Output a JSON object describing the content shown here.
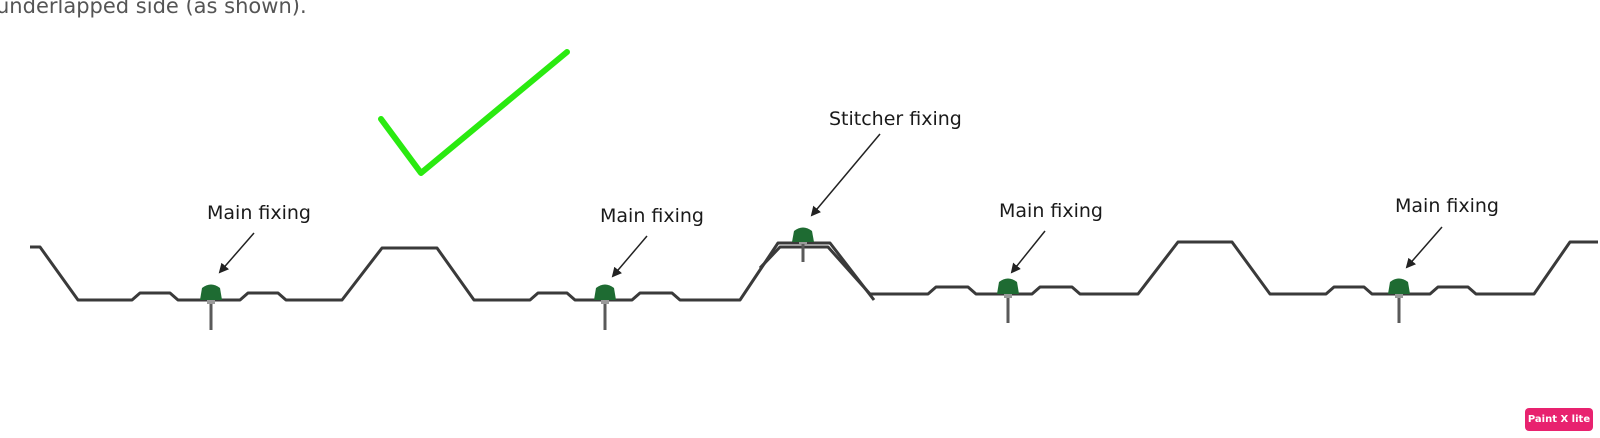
{
  "caption": "underlapped side (as shown).",
  "labels": {
    "main_fixing_1": "Main fixing",
    "main_fixing_2": "Main fixing",
    "stitcher_fixing": "Stitcher fixing",
    "main_fixing_3": "Main fixing",
    "main_fixing_4": "Main fixing"
  },
  "watermark": {
    "text": "Paint X lite",
    "color": "#e8226f"
  },
  "colors": {
    "profile_line": "#3a3a3a",
    "fixing_head": "#1e6b32",
    "check_mark": "#2aea10",
    "arrow": "#222222"
  },
  "icons": [
    "check-mark-icon",
    "fixing-screw-icon"
  ]
}
